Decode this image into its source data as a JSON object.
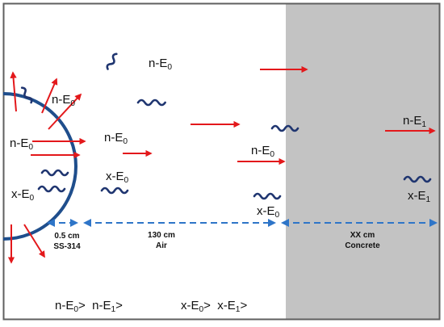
{
  "colors": {
    "concrete_region": "#c3c3c3",
    "frame": "#5f5f5f",
    "sphere_shell": "#1f4e8c",
    "neutron_arrow": "#e3181b",
    "xray_wave": "#1f3570",
    "dimension_line": "#2e75c8",
    "text": "#111111"
  },
  "labels": {
    "n_left_top": {
      "base": "n-E",
      "sub": "0"
    },
    "n_left_mid": {
      "base": "n-E",
      "sub": "0"
    },
    "n_top_center": {
      "base": "n-E",
      "sub": "0"
    },
    "n_center": {
      "base": "n-E",
      "sub": "0"
    },
    "n_near_concrete": {
      "base": "n-E",
      "sub": "0"
    },
    "n_right": {
      "base": "n-E",
      "sub": "1"
    },
    "x_left": {
      "base": "x-E",
      "sub": "0"
    },
    "x_center": {
      "base": "x-E",
      "sub": "0"
    },
    "x_near_concrete": {
      "base": "x-E",
      "sub": "0"
    },
    "x_right": {
      "base": "x-E",
      "sub": "1"
    }
  },
  "dimensions": {
    "steel": {
      "value": "0.5 cm",
      "material": "SS-314"
    },
    "air": {
      "value": "130 cm",
      "material": "Air"
    },
    "concrete": {
      "value": "XX cm",
      "material": "Concrete"
    }
  },
  "inequalities": {
    "neutron": {
      "a_base": "n-E",
      "a_sub": "0",
      "op": ">",
      "b_base": "n-E",
      "b_sub": "1",
      "end": ">"
    },
    "xray": {
      "a_base": "x-E",
      "a_sub": "0",
      "op": ">",
      "b_base": "x-E",
      "b_sub": "1",
      "end": ">"
    }
  },
  "icons": {
    "neutron": "red-arrow",
    "xray": "squiggle-wave"
  }
}
